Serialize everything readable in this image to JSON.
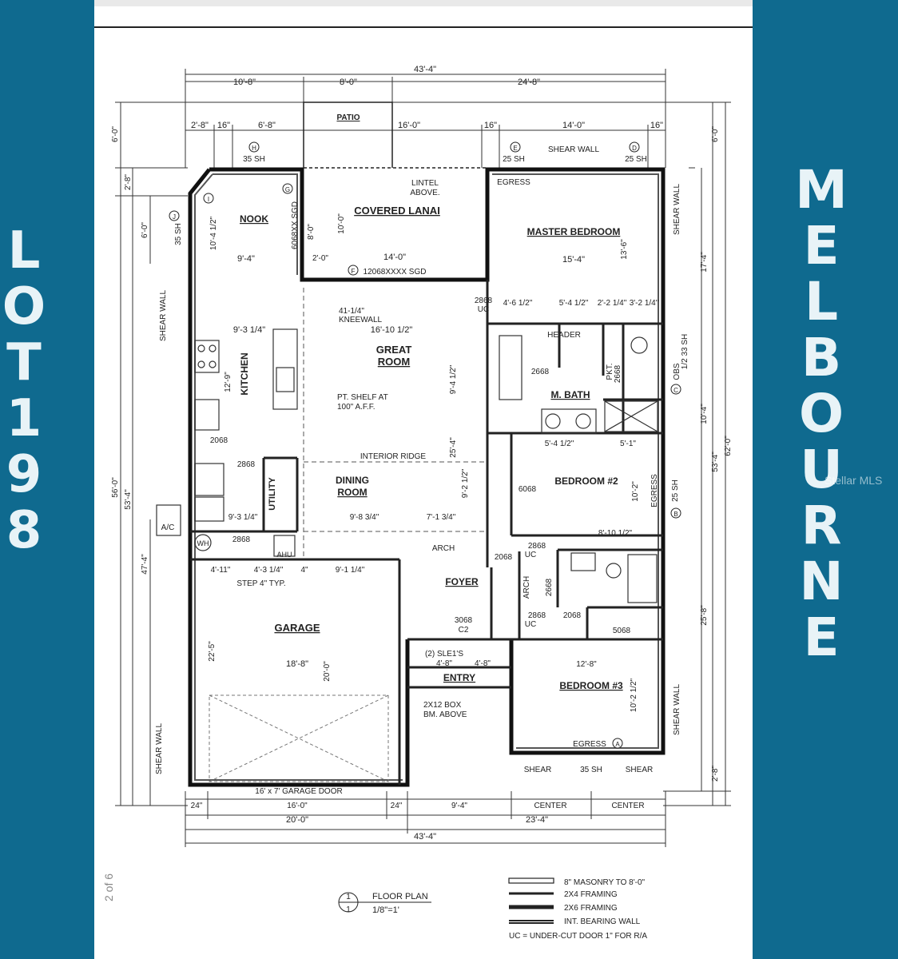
{
  "side_text": {
    "left": [
      "L",
      "O",
      "T",
      "1",
      "9",
      "8"
    ],
    "right": [
      "M",
      "E",
      "L",
      "B",
      "O",
      "U",
      "R",
      "N",
      "E"
    ]
  },
  "page_counter": "2 of 6",
  "watermark": "Stellar MLS",
  "plan": {
    "rooms": {
      "patio": "PATIO",
      "covered_lanai": "COVERED LANAI",
      "nook": "NOOK",
      "master_bedroom": "MASTER BEDROOM",
      "great_room": [
        "GREAT",
        "ROOM"
      ],
      "kitchen": "KITCHEN",
      "m_bath": "M. BATH",
      "utility": "UTILITY",
      "dining_room": [
        "DINING",
        "ROOM"
      ],
      "bedroom_2": "BEDROOM #2",
      "foyer": "FOYER",
      "garage": "GARAGE",
      "entry": "ENTRY",
      "bedroom_3": "BEDROOM #3"
    },
    "dimensions": {
      "overall_top": "43'-4\"",
      "top_a": "10'-8\"",
      "top_b": "8'-0\"",
      "top_c": "24'-8\"",
      "sub_a": "2'-8\"",
      "sub_b": "16\"",
      "sub_c": "6'-8\"",
      "sub_d": "16'-0\"",
      "sub_e": "16\"",
      "sub_f": "14'-0\"",
      "sub_g": "16\"",
      "bottom_overall": "43'-4\"",
      "bottom_a": "20'-0\"",
      "bottom_b": "23'-4\"",
      "bottom_c1": "24\"",
      "bottom_c2": "16'-0\"",
      "bottom_c3": "24\"",
      "bottom_c4": "9'-4\"",
      "left_a": "6'-0\"",
      "left_b": "2'-8\"",
      "left_c": "6'-0\"",
      "left_d": "56'-0\"",
      "left_e": "53'-4\"",
      "left_f": "47'-4\"",
      "right_a": "6'-0\"",
      "right_b": "17'-4\"",
      "right_c": "62'-0\"",
      "right_d": "53'-4\"",
      "right_e": "10'-4\"",
      "right_f": "25'-8\"",
      "right_g": "2'-8\"",
      "nook_w": "9'-4\"",
      "nook_h": "10'-4 1/2\"",
      "lanai_w": "14'-0\"",
      "lanai_h": "10'-0\"",
      "lanai_h2": "8'-0\"",
      "lanai_a": "2'-0\"",
      "master_w": "15'-4\"",
      "master_h": "13'-6\"",
      "great_w": "16'-10 1/2\"",
      "great_h": "25'-4\"",
      "great_h2": "9'-4 1/2\"",
      "kitchen_w": "9'-3 1/4\"",
      "kitchen_h": "12'-9\"",
      "dining_w": "9'-8 3/4\"",
      "dining_w2": "7'-1 3/4\"",
      "dining_h": "9'-2 1/2\"",
      "bed2_w": "8'-10 1/2\"",
      "bed2_h": "10'-2\"",
      "bed2_a": "5'-4 1/2\"",
      "bed2_b": "5'-1\"",
      "garage_w": "18'-8\"",
      "garage_h": "22'-5\"",
      "garage_h2": "20'-0\"",
      "bed3_w": "12'-8\"",
      "bed3_h": "10'-2 1/2\"",
      "m_a": "4'-6 1/2\"",
      "m_b": "5'-4 1/2\"",
      "m_c": "2'-2 1/4\"",
      "m_d": "3'-2 1/4\"",
      "entry_w": "4'-8\"",
      "entry_w2": "4'-8\"",
      "foyer_w": "9'-1 1/4\"",
      "g_a": "4'-11\"",
      "g_b": "4'-3 1/4\"",
      "g_c": "4\""
    },
    "notes": {
      "shear_wall": "SHEAR WALL",
      "sh_35": "35 SH",
      "sh_25": "25 SH",
      "egress": "EGRESS",
      "lintel": [
        "LINTEL",
        "ABOVE."
      ],
      "sgd_top": "12068XXXX SGD",
      "sgd_side": "6068XX SGD",
      "kneewall": [
        "41-1/4\"",
        "KNEEWALL"
      ],
      "pt_shelf": [
        "PT. SHELF AT",
        "100\" A.F.F."
      ],
      "interior_ridge": "INTERIOR RIDGE",
      "header": "HEADER",
      "pkt": "PKT.",
      "door_2668": "2668",
      "door_2868": "2868",
      "door_2068": "2068",
      "door_6068": "6068",
      "door_3068": "3068",
      "c2": "C2",
      "uc": "UC",
      "arch": "ARCH",
      "obs": "OBS",
      "sh_33": "1/2 33 SH",
      "step": "STEP 4\" TYP.",
      "sle": "(2) SLE1'S",
      "box_beam": [
        "2X12 BOX",
        "BM. ABOVE"
      ],
      "garage_door": "16' x 7' GARAGE DOOR",
      "shear": "SHEAR",
      "center": "CENTER",
      "ac": "A/C",
      "wh": "WH",
      "ahu": "AHU",
      "door_5068": "5068",
      "tags": [
        "A",
        "B",
        "C",
        "D",
        "E",
        "F",
        "G",
        "H",
        "I",
        "J"
      ]
    },
    "title": {
      "number": "1",
      "name": "FLOOR PLAN",
      "scale": "1/8\"=1'"
    },
    "legend": [
      "8\" MASONRY TO 8'-0\"",
      "2X4 FRAMING",
      "2X6 FRAMING",
      "INT. BEARING WALL"
    ],
    "legend_note": "UC = UNDER-CUT DOOR 1\" FOR R/A"
  }
}
